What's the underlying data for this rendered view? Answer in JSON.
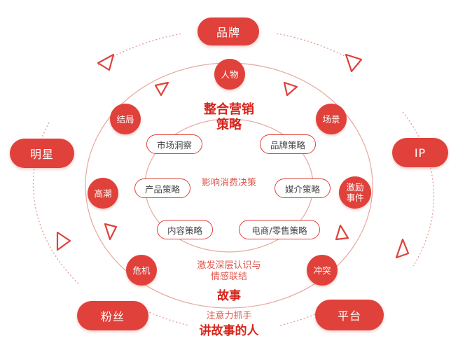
{
  "outer_nodes": {
    "brand": "品牌",
    "star": "明星",
    "ip": "IP",
    "fans": "粉丝",
    "platform": "平台"
  },
  "mid_nodes": {
    "people": "人物",
    "ending": "结局",
    "scene": "场景",
    "climax": "高潮",
    "incentive": "激励\n事件",
    "crisis": "危机",
    "conflict": "冲突"
  },
  "inner_tags": {
    "market_insight": "市场洞察",
    "brand_strategy": "品牌策略",
    "product_strategy": "产品策略",
    "media_strategy": "媒介策略",
    "content_strategy": "内容策略",
    "ecommerce_strategy": "电商/零售策略"
  },
  "center": {
    "integrated_marketing": "整合营销",
    "strategy": "策略",
    "influence": "影响消费决策"
  },
  "bottom": {
    "inspire": "激发深层认识与",
    "emotional": "情感联结",
    "story": "故事",
    "attention": "注意力抓手",
    "storyteller": "讲故事的人"
  },
  "colors": {
    "accent": "#e0413a",
    "text_red": "#d7251d",
    "line": "#e8a79e"
  }
}
